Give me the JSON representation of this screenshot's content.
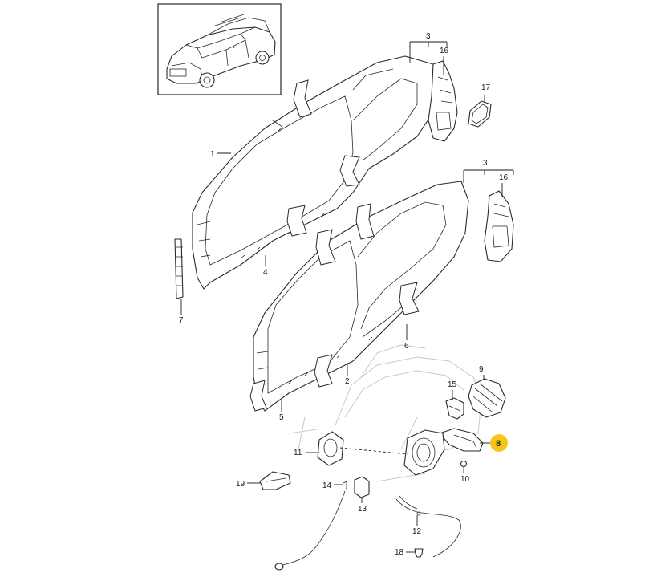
{
  "diagram": {
    "highlight_color": "#f5c518",
    "line_color": "#2a2a2a",
    "callouts": {
      "c1": "1",
      "c2": "2",
      "c3a": "3",
      "c3b": "3",
      "c4": "4",
      "c5": "5",
      "c6": "6",
      "c7": "7",
      "c8": "8",
      "c9": "9",
      "c10": "10",
      "c11": "11",
      "c12": "12",
      "c13": "13",
      "c14": "14",
      "c15": "15",
      "c16a": "16",
      "c16b": "16",
      "c17": "17",
      "c18": "18",
      "c19": "19"
    },
    "highlighted_callout": "8"
  }
}
